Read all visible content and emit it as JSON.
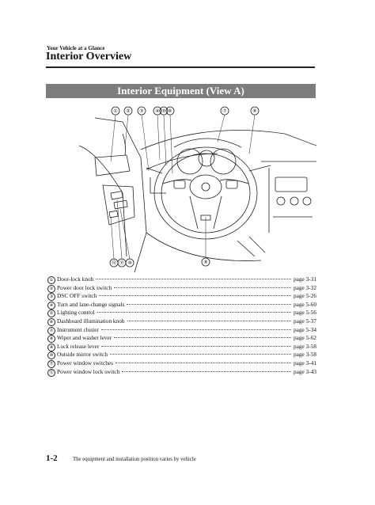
{
  "header": {
    "section": "Your Vehicle at a Glance",
    "title": "Interior Overview"
  },
  "banner": "Interior Equipment (View A)",
  "callout_numbers": [
    "①",
    "②",
    "③",
    "④",
    "⑤",
    "⑥",
    "⑦",
    "⑧",
    "⑨",
    "⑩",
    "⑪",
    "⑫"
  ],
  "items": [
    {
      "num": "①",
      "label": "Door-lock knob",
      "page": "page 3-31"
    },
    {
      "num": "②",
      "label": "Power door lock switch",
      "page": "page 3-32"
    },
    {
      "num": "③",
      "label": "DSC OFF switch",
      "page": "page 5-26"
    },
    {
      "num": "④",
      "label": "Turn and lane-change signals",
      "page": "page 5-60"
    },
    {
      "num": "⑤",
      "label": "Lighting control",
      "page": "page 5-56"
    },
    {
      "num": "⑥",
      "label": "Dashboard illumination knob",
      "page": "page 5-37"
    },
    {
      "num": "⑦",
      "label": "Instrument cluster",
      "page": "page 5-34"
    },
    {
      "num": "⑧",
      "label": "Wiper and washer lever",
      "page": "page 5-62"
    },
    {
      "num": "⑨",
      "label": "Lock release lever",
      "page": "page 3-58"
    },
    {
      "num": "⑩",
      "label": "Outside mirror switch",
      "page": "page 3-58"
    },
    {
      "num": "⑪",
      "label": "Power window switches",
      "page": "page 3-41"
    },
    {
      "num": "⑫",
      "label": "Power window lock switch",
      "page": "page 3-43"
    }
  ],
  "footer": {
    "page_number": "1-2",
    "note": "The equipment and installation position varies by vehicle"
  }
}
